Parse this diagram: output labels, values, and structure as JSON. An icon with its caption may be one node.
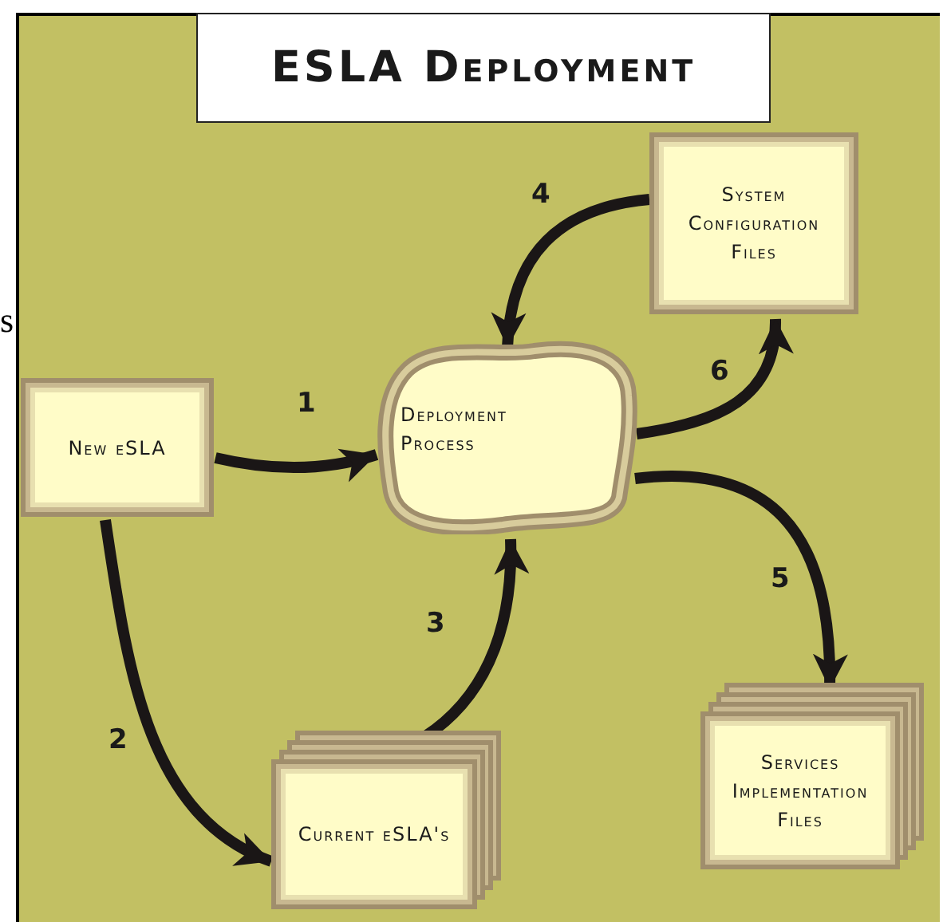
{
  "diagram": {
    "title": "ESLA Deployment",
    "nodes": [
      {
        "text": [
          "New eSLA"
        ]
      },
      {
        "text": [
          "Deployment Process"
        ]
      },
      {
        "text": [
          "System Configuration Files"
        ]
      },
      {
        "text": [
          "Current eSLA's"
        ]
      },
      {
        "text": [
          "Services Implementation Files"
        ]
      }
    ],
    "edges": [
      {
        "from": 0,
        "to": 1,
        "arrow": "to",
        "label": "1"
      },
      {
        "from": 0,
        "to": 3,
        "arrow": "to",
        "label": "2"
      },
      {
        "from": 3,
        "to": 1,
        "arrow": "to",
        "label": "3"
      },
      {
        "from": 2,
        "to": 1,
        "arrow": "to",
        "label": "4"
      },
      {
        "from": 1,
        "to": 4,
        "arrow": "to",
        "label": "5"
      },
      {
        "from": 1,
        "to": 2,
        "arrow": "to",
        "label": "6"
      }
    ],
    "labels": [
      "s"
    ]
  }
}
